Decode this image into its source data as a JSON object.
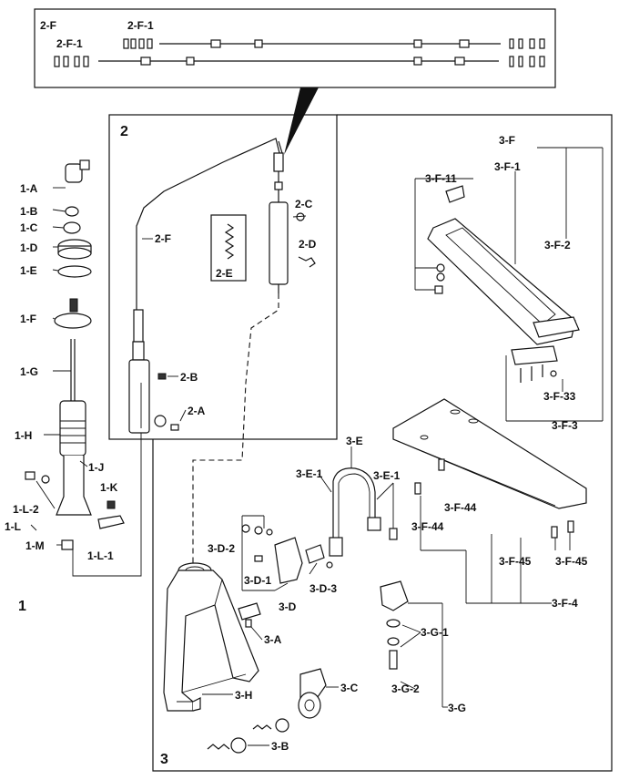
{
  "sections": {
    "s1": "1",
    "s2": "2",
    "s3": "3"
  },
  "labels": {
    "l_2F_top": "2-F",
    "l_2F1_a": "2-F-1",
    "l_2F1_b": "2-F-1",
    "l_1A": "1-A",
    "l_1B": "1-B",
    "l_1C": "1-C",
    "l_1D": "1-D",
    "l_1E": "1-E",
    "l_1F": "1-F",
    "l_1G": "1-G",
    "l_1H": "1-H",
    "l_1J": "1-J",
    "l_1K": "1-K",
    "l_1L2": "1-L-2",
    "l_1L": "1-L",
    "l_1M": "1-M",
    "l_1L1": "1-L-1",
    "l_2C": "2-C",
    "l_2D": "2-D",
    "l_2E": "2-E",
    "l_2F": "2-F",
    "l_2B": "2-B",
    "l_2A": "2-A",
    "l_3F": "3-F",
    "l_3F1": "3-F-1",
    "l_3F11": "3-F-11",
    "l_3F2": "3-F-2",
    "l_3F33": "3-F-33",
    "l_3F3": "3-F-3",
    "l_3F44a": "3-F-44",
    "l_3F44b": "3-F-44",
    "l_3F45a": "3-F-45",
    "l_3F45b": "3-F-45",
    "l_3F4": "3-F-4",
    "l_3E": "3-E",
    "l_3E1a": "3-E-1",
    "l_3E1b": "3-E-1",
    "l_3D2": "3-D-2",
    "l_3D1": "3-D-1",
    "l_3D3": "3-D-3",
    "l_3D": "3-D",
    "l_3A": "3-A",
    "l_3H": "3-H",
    "l_3C": "3-C",
    "l_3B": "3-B",
    "l_3G1": "3-G-1",
    "l_3G2": "3-G-2",
    "l_3G": "3-G"
  }
}
